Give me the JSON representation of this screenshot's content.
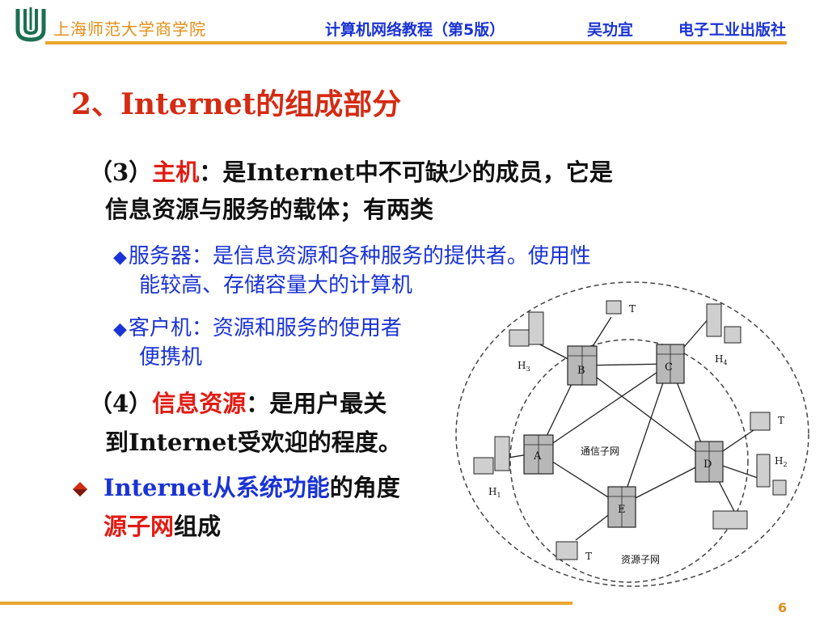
{
  "header": {
    "school": "上海师范大学商学院",
    "book": "计算机网络教程（第5版）",
    "author": "吴功宜",
    "publisher": "电子工业出版社"
  },
  "slide": {
    "title": "2、Internet的组成部分",
    "p3": {
      "prefix": "（3）",
      "term": "主机",
      "rest1": "：是Internet中不可缺少的成员，它是",
      "line2": "信息资源与服务的载体；有两类"
    },
    "bullet1": {
      "line1": "服务器：是信息资源和各种服务的提供者。使用性",
      "line2": "能较高、存储容量大的计算机"
    },
    "bullet2": {
      "line1": "客户机：资源和服务的使用者",
      "line2": "便携机"
    },
    "p4": {
      "prefix": "（4）",
      "term": "信息资源",
      "rest1": "：是用户最关",
      "line2": "到Internet受欢迎的程度。"
    },
    "last": {
      "part1": "Internet从系统功能",
      "part2": "的角度",
      "line2_red": "源子网",
      "line2_rest": "组成"
    },
    "page_number": "6"
  },
  "diagram": {
    "nodes": {
      "A": "A",
      "B": "B",
      "C": "C",
      "D": "D",
      "E": "E"
    },
    "hosts": {
      "H1": "H",
      "H1sub": "1",
      "H2": "H",
      "H2sub": "2",
      "H3": "H",
      "H3sub": "3",
      "H4": "H",
      "H4sub": "4"
    },
    "terminal": "T",
    "inner_label": "通信子网",
    "outer_label": "资源子网"
  },
  "colors": {
    "accent": "#e9a62b",
    "title_red": "#d42b13",
    "term_red": "#e11b12",
    "blue": "#1a33d4",
    "logo": "#1c6f52"
  }
}
